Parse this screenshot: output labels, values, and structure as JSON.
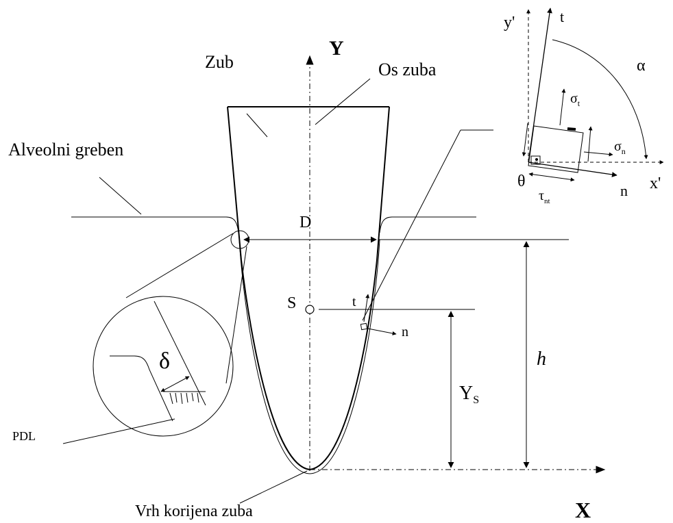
{
  "labels": {
    "y_axis": "Y",
    "x_axis": "X",
    "tooth": "Zub",
    "tooth_axis": "Os zuba",
    "alveolar_crest": "Alveolni greben",
    "width": "D",
    "centroid": "S",
    "tangent": "t",
    "normal": "n",
    "height": "h",
    "ys_main": "Y",
    "ys_sub": "S",
    "ligament_thickness": "δ",
    "pdl": "PDL",
    "root_apex": "Vrh korijena zuba"
  },
  "inset": {
    "y_prime": "y'",
    "x_prime": "x'",
    "t": "t",
    "n": "n",
    "alpha": "α",
    "theta": "θ",
    "sigma_t_main": "σ",
    "sigma_t_sub": "t",
    "sigma_n_main": "σ",
    "sigma_n_sub": "n",
    "tau_main": "τ",
    "tau_sub": "nt"
  }
}
